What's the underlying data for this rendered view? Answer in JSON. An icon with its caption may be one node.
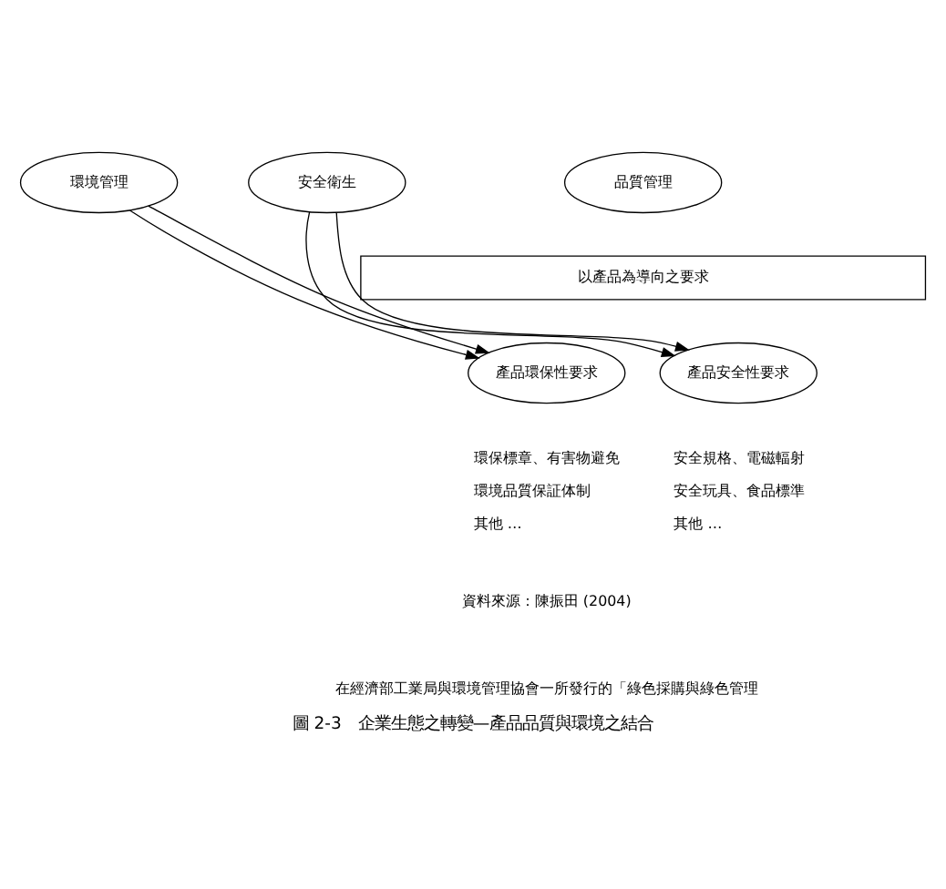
{
  "diagram": {
    "caption": "圖 2-3　企業生態之轉變—產品品質與環境之結合",
    "nodes": [
      {
        "text": [
          "環境管理"
        ]
      },
      {
        "text": [
          "品質管理"
        ]
      },
      {
        "text": [
          "安全衛生"
        ]
      },
      {
        "text": [
          "以產品為導向之要求"
        ]
      },
      {
        "text": [
          "產品環保性要求"
        ],
        "beside": [
          "環保標章、有害物避免",
          "環境品質保証体制",
          "其他 …"
        ]
      },
      {
        "text": [
          "產品安全性要求"
        ],
        "beside": [
          "安全規格、電磁輻射",
          "安全玩具、食品標準",
          "其他 …"
        ]
      }
    ],
    "edges": [
      {
        "from": 0,
        "to": 4,
        "arrow": "to"
      },
      {
        "from": 0,
        "to": 4,
        "arrow": "to"
      },
      {
        "from": 2,
        "to": 5,
        "arrow": "to"
      },
      {
        "from": 2,
        "to": 5,
        "arrow": "to"
      }
    ],
    "labels": [
      "資料來源：陳振田 (2004)",
      "在經濟部工業局與環境管理協會一所發行的「綠色採購與綠色管理"
    ]
  }
}
